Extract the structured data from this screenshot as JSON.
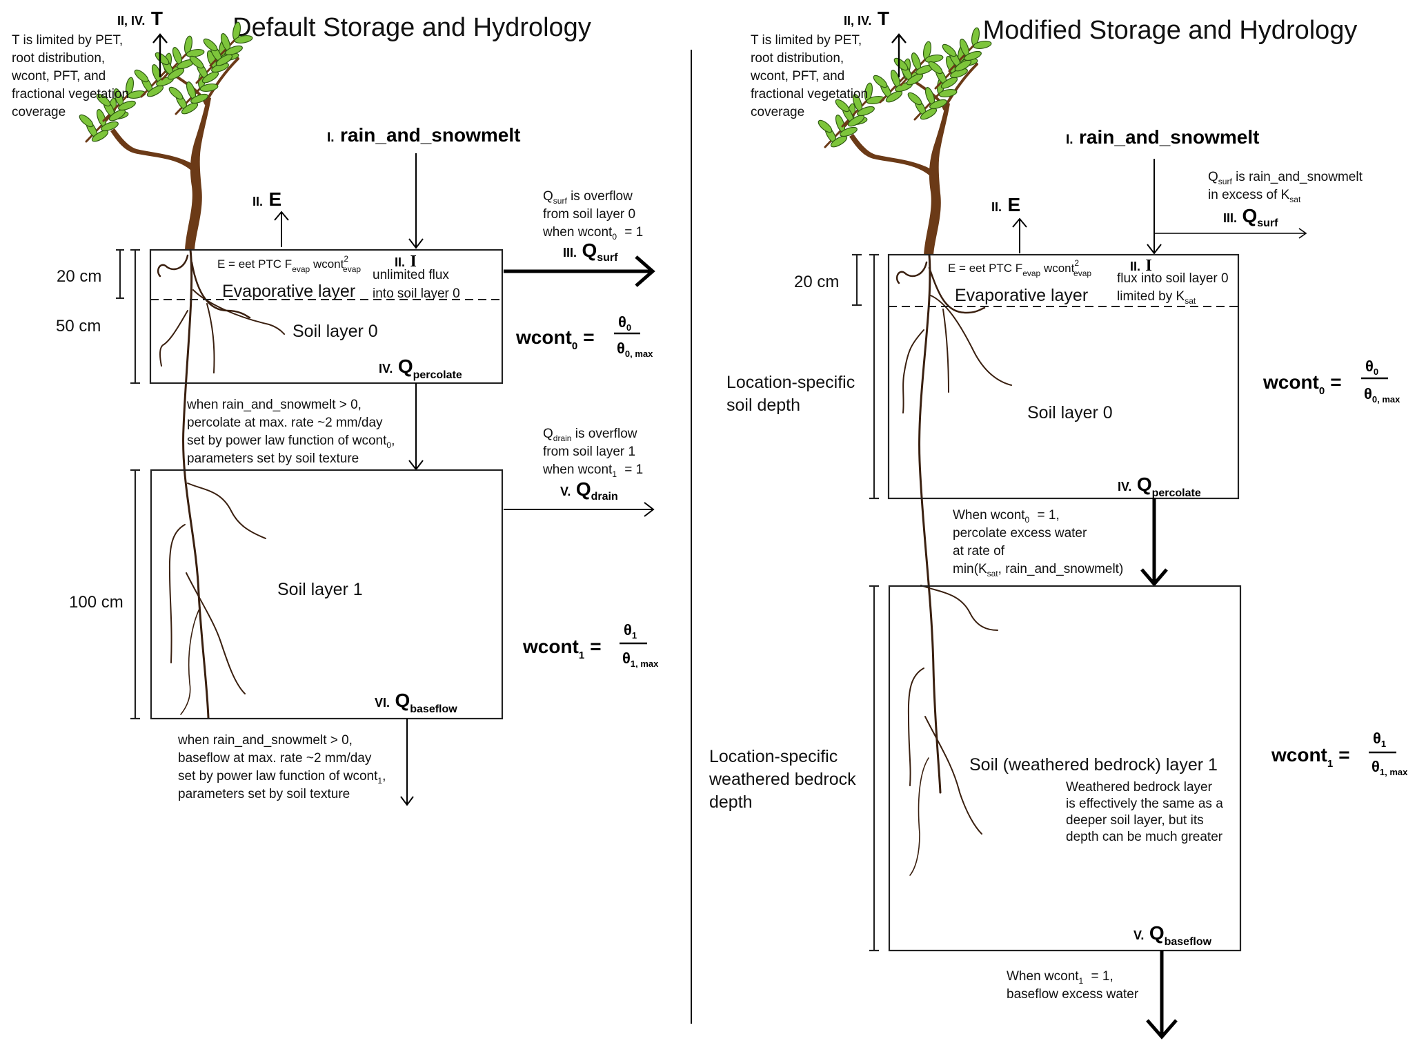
{
  "panels": {
    "left": {
      "title": "Default Storage and Hydrology",
      "transpiration": {
        "roman": "II, IV.",
        "symbol": "T",
        "note": [
          "T is limited by PET,",
          "root distribution,",
          "wcont, PFT, and",
          "fractional vegetation",
          "coverage"
        ]
      },
      "input": {
        "roman": "I.",
        "label": "rain_and_snowmelt"
      },
      "evaporation": {
        "roman": "II.",
        "symbol": "E"
      },
      "e_equation": {
        "main": "E = eet PTC F",
        "sub1": "evap",
        "mid": " wcont",
        "sup": "2",
        "sub2": "evap"
      },
      "infiltration": {
        "roman": "II.",
        "symbol": "I",
        "note": [
          "unlimited flux",
          "into soil layer 0"
        ]
      },
      "qsurf": {
        "roman": "III.",
        "symbol": "Q",
        "sub": "surf",
        "note_line1_pre": "Q",
        "note_line1_sub": "surf",
        "note_line1_post": " is overflow",
        "note_line2": "from soil layer 0",
        "note_line3_pre": "when wcont",
        "note_line3_sub": "0",
        "note_line3_post": " = 1"
      },
      "evap_layer_label": "Evaporative layer",
      "soil0_label": "Soil layer 0",
      "qpercolate": {
        "roman": "IV.",
        "symbol": "Q",
        "sub": "percolate"
      },
      "percolate_note": {
        "line1": "when rain_and_snowmelt > 0,",
        "line2": "percolate at max. rate ~2 mm/day",
        "line3_pre": "set by power law function of wcont",
        "line3_sub": "0",
        "line3_post": ",",
        "line4": "parameters set by soil texture"
      },
      "qdrain": {
        "roman": "V.",
        "symbol": "Q",
        "sub": "drain",
        "note_line1_pre": "Q",
        "note_line1_sub": "drain",
        "note_line1_post": " is overflow",
        "note_line2": "from soil layer 1",
        "note_line3_pre": "when wcont",
        "note_line3_sub": "1",
        "note_line3_post": " = 1"
      },
      "soil1_label": "Soil layer 1",
      "qbaseflow": {
        "roman": "VI.",
        "symbol": "Q",
        "sub": "baseflow"
      },
      "baseflow_note": {
        "line1": "when rain_and_snowmelt > 0,",
        "line2": "baseflow at max. rate ~2 mm/day",
        "line3_pre": "set by power law function of wcont",
        "line3_sub": "1",
        "line3_post": ",",
        "line4": "parameters set by soil texture"
      },
      "depths": {
        "evap": "20 cm",
        "soil0": "50 cm",
        "soil1": "100 cm"
      },
      "wcont0": {
        "lhs": "wcont",
        "lhs_sub": "0",
        "num": "θ",
        "num_sub": "0",
        "den": "θ",
        "den_sub": "0, max"
      },
      "wcont1": {
        "lhs": "wcont",
        "lhs_sub": "1",
        "num": "θ",
        "num_sub": "1",
        "den": "θ",
        "den_sub": "1, max"
      }
    },
    "right": {
      "title": "Modified Storage and Hydrology",
      "transpiration": {
        "roman": "II, IV.",
        "symbol": "T",
        "note": [
          "T is limited by PET,",
          "root distribution,",
          "wcont, PFT, and",
          "fractional vegetation",
          "coverage"
        ]
      },
      "input": {
        "roman": "I.",
        "label": "rain_and_snowmelt"
      },
      "evaporation": {
        "roman": "II.",
        "symbol": "E"
      },
      "e_equation": {
        "main": "E = eet PTC F",
        "sub1": "evap",
        "mid": " wcont",
        "sup": "2",
        "sub2": "evap"
      },
      "infiltration": {
        "roman": "II.",
        "symbol": "I",
        "note_line1": "flux into soil layer 0",
        "note_line2_pre": "limited by K",
        "note_line2_sub": "sat"
      },
      "qsurf": {
        "roman": "III.",
        "symbol": "Q",
        "sub": "surf",
        "note_line1_pre": "Q",
        "note_line1_sub": "surf",
        "note_line1_post": " is rain_and_snowmelt",
        "note_line2_pre": "in excess of K",
        "note_line2_sub": "sat"
      },
      "evap_layer_label": "Evaporative layer",
      "soil0_label": "Soil layer 0",
      "soil_depth_label": [
        "Location-specific",
        "soil depth"
      ],
      "qpercolate": {
        "roman": "IV.",
        "symbol": "Q",
        "sub": "percolate"
      },
      "percolate_note": {
        "line1_pre": "When wcont",
        "line1_sub": "0",
        "line1_post": " = 1,",
        "line2": "percolate excess water",
        "line3": "at rate of",
        "line4_pre": "min(K",
        "line4_sub": "sat",
        "line4_post": ", rain_and_snowmelt)"
      },
      "soil1_label": "Soil (weathered bedrock) layer 1",
      "bedrock_note": [
        "Weathered bedrock layer",
        "is effectively the same as a",
        "deeper soil layer, but its",
        "depth can be much greater"
      ],
      "bedrock_depth_label": [
        "Location-specific",
        "weathered bedrock",
        "depth"
      ],
      "qbaseflow": {
        "roman": "V.",
        "symbol": "Q",
        "sub": "baseflow"
      },
      "baseflow_note": {
        "line1_pre": "When wcont",
        "line1_sub": "1",
        "line1_post": " = 1,",
        "line2": "baseflow excess water"
      },
      "depths": {
        "evap": "20 cm"
      },
      "wcont0": {
        "lhs": "wcont",
        "lhs_sub": "0",
        "num": "θ",
        "num_sub": "0",
        "den": "θ",
        "den_sub": "0, max"
      },
      "wcont1": {
        "lhs": "wcont",
        "lhs_sub": "1",
        "num": "θ",
        "num_sub": "1",
        "den": "θ",
        "den_sub": "1, max"
      }
    }
  },
  "colors": {
    "leaf": "#7dc53b",
    "trunk": "#6b3a17",
    "root": "#3a2010",
    "line": "#000000"
  }
}
